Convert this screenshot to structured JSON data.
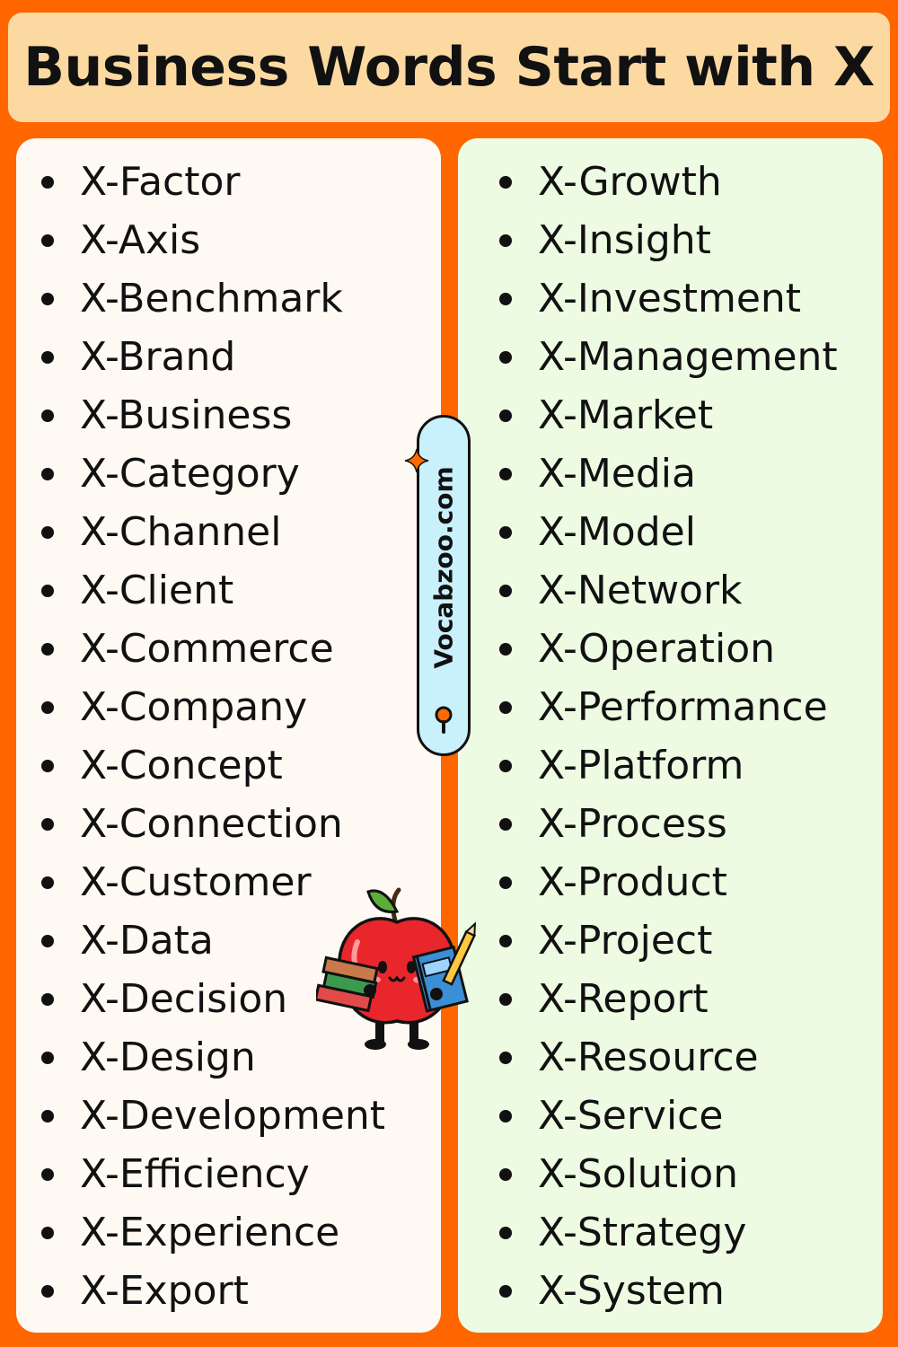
{
  "title": "Business Words Start with X",
  "badge_text": "Vocabzoo.com",
  "colors": {
    "background": "#ff6600",
    "title_bg": "#fdd9a2",
    "left_panel": "#fefaf3",
    "right_panel": "#edfbe3",
    "badge_bg": "#c9f1fb"
  },
  "left_words": [
    "X-Factor",
    "X-Axis",
    "X-Benchmark",
    "X-Brand",
    "X-Business",
    "X-Category",
    "X-Channel",
    "X-Client",
    "X-Commerce",
    "X-Company",
    "X-Concept",
    "X-Connection",
    "X-Customer",
    "X-Data",
    "X-Decision",
    "X-Design",
    "X-Development",
    "X-Efficiency",
    "X-Experience",
    "X-Export"
  ],
  "right_words": [
    "X-Growth",
    "X-Insight",
    "X-Investment",
    "X-Management",
    "X-Market",
    "X-Media",
    "X-Model",
    "X-Network",
    "X-Operation",
    "X-Performance",
    "X-Platform",
    "X-Process",
    "X-Product",
    "X-Project",
    "X-Report",
    "X-Resource",
    "X-Service",
    "X-Solution",
    "X-Strategy",
    "X-System"
  ]
}
